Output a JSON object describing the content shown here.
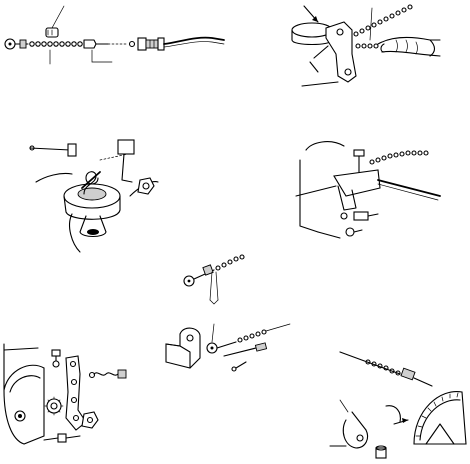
{
  "figure": {
    "panels": [
      {
        "id": "cable-ball-chain-assembly"
      },
      {
        "id": "lever-on-reel-with-hand"
      },
      {
        "id": "tensioner-on-wheel-hub"
      },
      {
        "id": "cable-clip-on-engine-block"
      },
      {
        "id": "cable-eye-with-spring"
      },
      {
        "id": "bracket-with-cable-end"
      },
      {
        "id": "chain-guard-bracket-exploded"
      },
      {
        "id": "cable-on-pulley-arc"
      }
    ]
  }
}
